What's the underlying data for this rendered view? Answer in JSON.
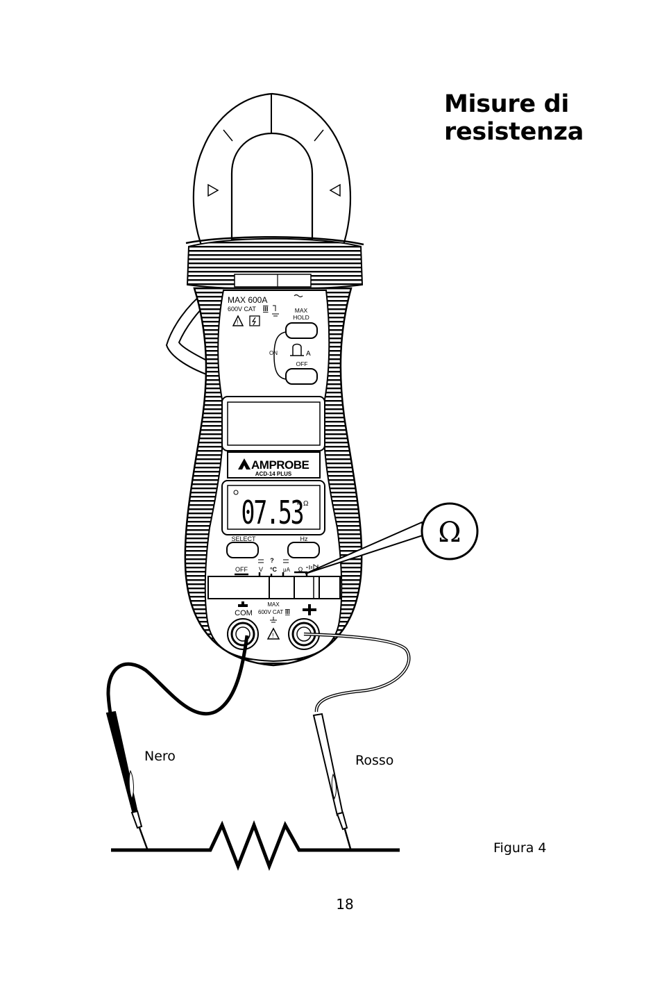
{
  "page": {
    "title_line1": "Misure di",
    "title_line2": "resistenza",
    "figure_label": "Figura 4",
    "page_number": "18"
  },
  "leads": {
    "black": "Nero",
    "red": "Rosso"
  },
  "meter": {
    "brand": "AMPROBE",
    "model": "ACD-14 PLUS",
    "max_rating": "MAX 600A",
    "cat_rating": "600V CAT",
    "cat_numeral": "III",
    "max_hold_line1": "MAX",
    "max_hold_line2": "HOLD",
    "on_label": "ON",
    "off_label": "OFF",
    "display_reading": "07.53",
    "display_unit_prefix": "k",
    "display_unit": "Ω",
    "select_label": "SELECT",
    "hz_label": "Hz",
    "dial_off": "OFF",
    "dial_v": "V",
    "dial_temp_q": "?",
    "dial_temp": "°C",
    "dial_ua": "μA",
    "dial_ohm": "Ω",
    "com_label": "COM",
    "jack_max": "MAX",
    "jack_rating": "600V CAT",
    "jack_numeral": "III",
    "callout_symbol": "Ω"
  }
}
